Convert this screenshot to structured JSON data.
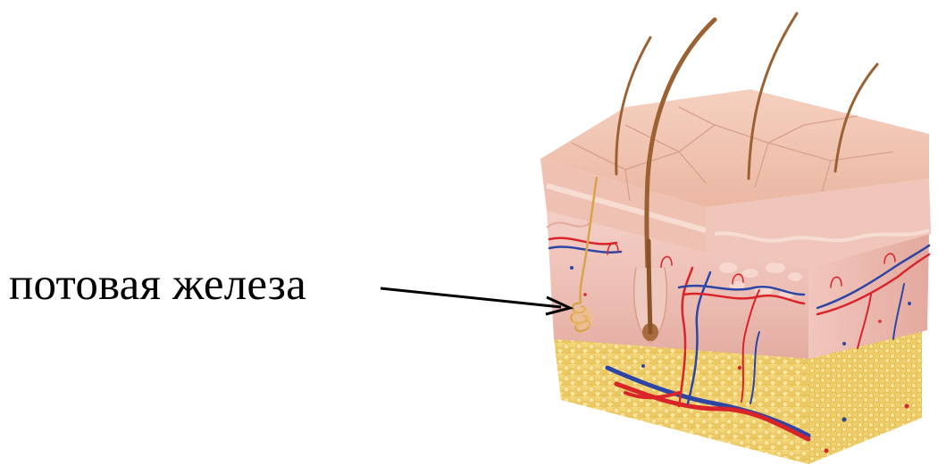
{
  "label": {
    "text": "потовая железа",
    "target": "sweat-gland"
  },
  "illustration": {
    "subject": "skin-cross-section",
    "colors": {
      "epidermis_top": "#f0c2ad",
      "epidermis_side": "#e9b6a9",
      "dermis": "#f1c9c0",
      "dermis_dark": "#e5a99f",
      "fat_layer": "#f2d06b",
      "fat_dot": "#e8b93a",
      "hair": "#9c6133",
      "artery": "#d9242a",
      "vein": "#2d46a6",
      "gland": "#d9a34a",
      "arrow": "#000000"
    }
  }
}
